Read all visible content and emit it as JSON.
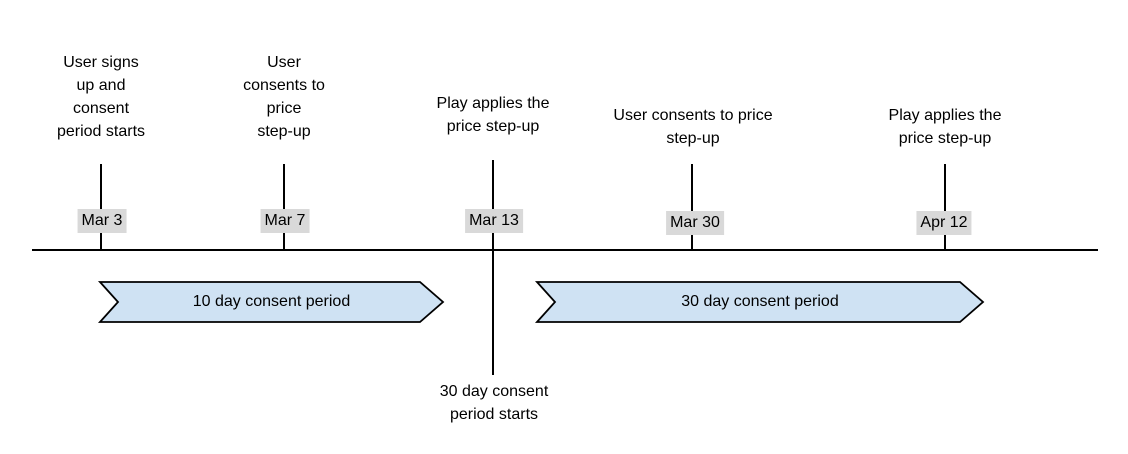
{
  "timeline": {
    "events": [
      {
        "date": "Mar 3",
        "description": "User signs\nup and\nconsent\nperiod starts"
      },
      {
        "date": "Mar 7",
        "description": "User\nconsents to\nprice\nstep-up"
      },
      {
        "date": "Mar 13",
        "description": "Play applies the\nprice step-up"
      },
      {
        "date": "Mar 30",
        "description": "User consents to price\nstep-up"
      },
      {
        "date": "Apr 12",
        "description": "Play applies the\nprice step-up"
      }
    ],
    "periods": [
      {
        "label": "10 day consent period"
      },
      {
        "label": "30 day consent period"
      }
    ],
    "note": "30 day consent\nperiod starts"
  },
  "colors": {
    "period_fill": "#cfe2f3",
    "period_border": "#000000",
    "date_chip_bg": "#d9d9d9",
    "line": "#000000"
  }
}
